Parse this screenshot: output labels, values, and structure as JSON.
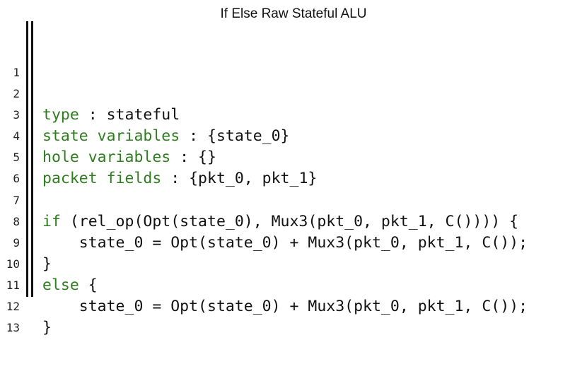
{
  "title": "If Else Raw Stateful ALU",
  "colors": {
    "keyword": "#2e7d1f",
    "text": "#111111"
  },
  "lines": [
    {
      "n": "1",
      "kw": "",
      "rest": ""
    },
    {
      "n": "2",
      "kw": "type",
      "rest": " : stateful"
    },
    {
      "n": "3",
      "kw": "state variables",
      "rest": " : {state_0}"
    },
    {
      "n": "4",
      "kw": "hole variables",
      "rest": " : {}"
    },
    {
      "n": "5",
      "kw": "packet fields",
      "rest": " : {pkt_0, pkt_1}"
    },
    {
      "n": "6",
      "kw": "",
      "rest": ""
    },
    {
      "n": "7",
      "kw": "if",
      "rest": " (rel_op(Opt(state_0), Mux3(pkt_0, pkt_1, C()))) {"
    },
    {
      "n": "8",
      "kw": "",
      "rest": "    state_0 = Opt(state_0) + Mux3(pkt_0, pkt_1, C());"
    },
    {
      "n": "9",
      "kw": "",
      "rest": "}"
    },
    {
      "n": "10",
      "kw": "else",
      "rest": " {"
    },
    {
      "n": "11",
      "kw": "",
      "rest": "    state_0 = Opt(state_0) + Mux3(pkt_0, pkt_1, C());"
    },
    {
      "n": "12",
      "kw": "",
      "rest": "}"
    },
    {
      "n": "13",
      "kw": "",
      "rest": ""
    }
  ]
}
